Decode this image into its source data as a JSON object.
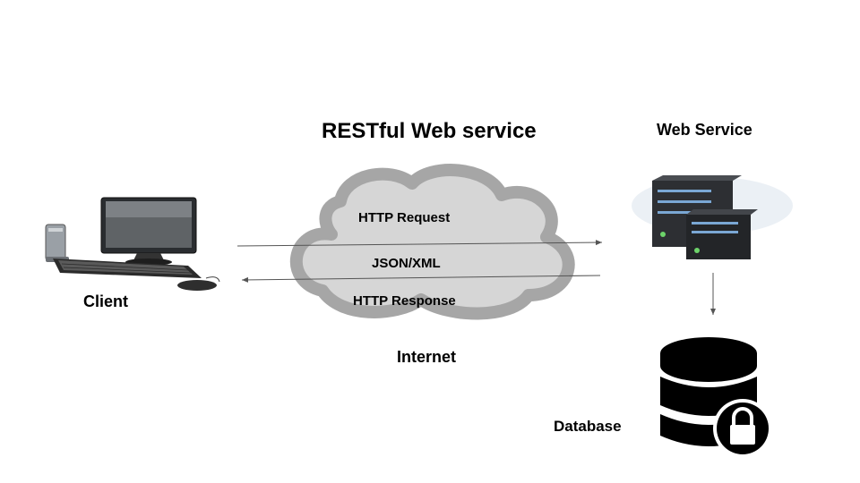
{
  "diagram": {
    "title": "RESTful Web service",
    "nodes": {
      "client": {
        "label": "Client"
      },
      "web_service": {
        "label": "Web Service"
      },
      "database": {
        "label": "Database"
      },
      "internet": {
        "label": "Internet"
      }
    },
    "messages": {
      "request": "HTTP Request",
      "format": "JSON/XML",
      "response": "HTTP Response"
    },
    "edges": [
      {
        "from": "client",
        "to": "web_service",
        "label": "HTTP Request"
      },
      {
        "from": "web_service",
        "to": "client",
        "label": "HTTP Response"
      },
      {
        "from": "web_service",
        "to": "database",
        "label": ""
      }
    ]
  }
}
